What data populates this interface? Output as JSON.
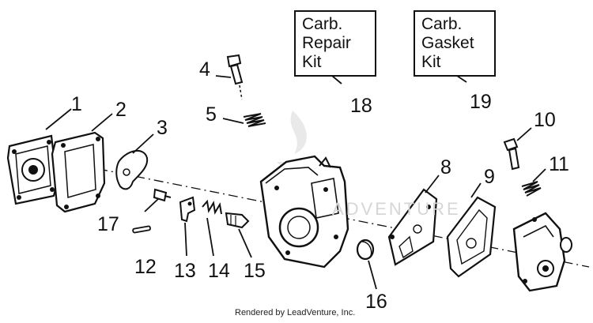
{
  "kits": {
    "repair": {
      "lines": [
        "Carb.",
        "Repair",
        "Kit"
      ]
    },
    "gasket": {
      "lines": [
        "Carb.",
        "Gasket",
        "Kit"
      ]
    }
  },
  "callouts": [
    "1",
    "2",
    "3",
    "4",
    "5",
    "8",
    "9",
    "10",
    "11",
    "12",
    "13",
    "14",
    "15",
    "16",
    "17",
    "18",
    "19"
  ],
  "credit": "Rendered by LeadVenture, Inc.",
  "watermark": "ADVENTURE"
}
